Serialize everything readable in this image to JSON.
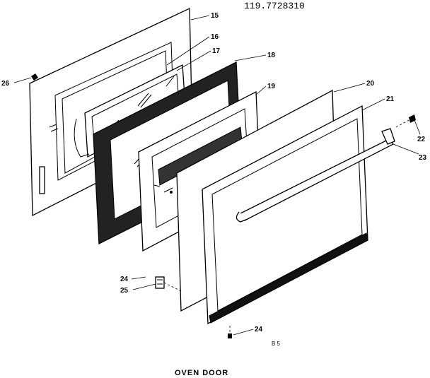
{
  "model_number": "119.7728310",
  "caption": "OVEN DOOR",
  "page_code": "B 5",
  "callouts": [
    "15",
    "16",
    "17",
    "18",
    "19",
    "20",
    "21",
    "22",
    "23",
    "24",
    "25",
    "26",
    "24"
  ],
  "colors": {
    "ink": "#000000",
    "paper": "#ffffff"
  }
}
